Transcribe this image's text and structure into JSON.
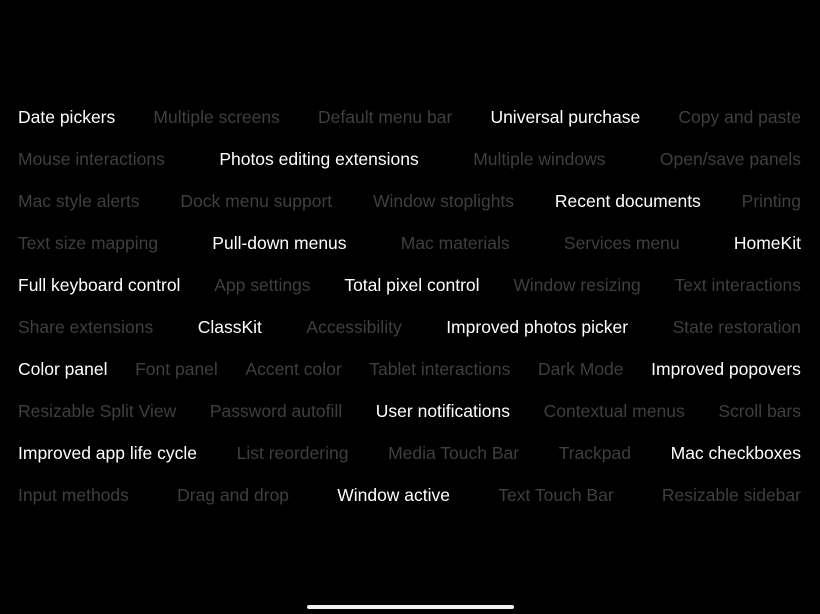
{
  "feature_cloud": {
    "rows": [
      [
        {
          "label": "Date pickers",
          "highlighted": true
        },
        {
          "label": "Multiple screens",
          "highlighted": false
        },
        {
          "label": "Default menu bar",
          "highlighted": false
        },
        {
          "label": "Universal purchase",
          "highlighted": true
        },
        {
          "label": "Copy and paste",
          "highlighted": false
        }
      ],
      [
        {
          "label": "Mouse interactions",
          "highlighted": false
        },
        {
          "label": "Photos editing extensions",
          "highlighted": true
        },
        {
          "label": "Multiple windows",
          "highlighted": false
        },
        {
          "label": "Open/save panels",
          "highlighted": false
        }
      ],
      [
        {
          "label": "Mac style alerts",
          "highlighted": false
        },
        {
          "label": "Dock menu support",
          "highlighted": false
        },
        {
          "label": "Window stoplights",
          "highlighted": false
        },
        {
          "label": "Recent documents",
          "highlighted": true
        },
        {
          "label": "Printing",
          "highlighted": false
        }
      ],
      [
        {
          "label": "Text size mapping",
          "highlighted": false
        },
        {
          "label": "Pull-down menus",
          "highlighted": true
        },
        {
          "label": "Mac materials",
          "highlighted": false
        },
        {
          "label": "Services menu",
          "highlighted": false
        },
        {
          "label": "HomeKit",
          "highlighted": true
        }
      ],
      [
        {
          "label": "Full keyboard control",
          "highlighted": true
        },
        {
          "label": "App settings",
          "highlighted": false
        },
        {
          "label": "Total pixel control",
          "highlighted": true
        },
        {
          "label": "Window resizing",
          "highlighted": false
        },
        {
          "label": "Text interactions",
          "highlighted": false
        }
      ],
      [
        {
          "label": "Share extensions",
          "highlighted": false
        },
        {
          "label": "ClassKit",
          "highlighted": true
        },
        {
          "label": "Accessibility",
          "highlighted": false
        },
        {
          "label": "Improved photos picker",
          "highlighted": true
        },
        {
          "label": "State restoration",
          "highlighted": false
        }
      ],
      [
        {
          "label": "Color panel",
          "highlighted": true
        },
        {
          "label": "Font panel",
          "highlighted": false
        },
        {
          "label": "Accent color",
          "highlighted": false
        },
        {
          "label": "Tablet interactions",
          "highlighted": false
        },
        {
          "label": "Dark Mode",
          "highlighted": false
        },
        {
          "label": "Improved popovers",
          "highlighted": true
        }
      ],
      [
        {
          "label": "Resizable Split View",
          "highlighted": false
        },
        {
          "label": "Password autofill",
          "highlighted": false
        },
        {
          "label": "User notifications",
          "highlighted": true
        },
        {
          "label": "Contextual menus",
          "highlighted": false
        },
        {
          "label": "Scroll bars",
          "highlighted": false
        }
      ],
      [
        {
          "label": "Improved app life cycle",
          "highlighted": true
        },
        {
          "label": "List reordering",
          "highlighted": false
        },
        {
          "label": "Media Touch Bar",
          "highlighted": false
        },
        {
          "label": "Trackpad",
          "highlighted": false
        },
        {
          "label": "Mac checkboxes",
          "highlighted": true
        }
      ],
      [
        {
          "label": "Input methods",
          "highlighted": false
        },
        {
          "label": "Drag and drop",
          "highlighted": false
        },
        {
          "label": "Window active",
          "highlighted": true
        },
        {
          "label": "Text Touch Bar",
          "highlighted": false
        },
        {
          "label": "Resizable sidebar",
          "highlighted": false
        }
      ]
    ]
  },
  "colors": {
    "background": "#000000",
    "highlighted_text": "#ffffff",
    "dim_text": "#3f3f3f",
    "home_indicator": "#f2f2f2"
  }
}
